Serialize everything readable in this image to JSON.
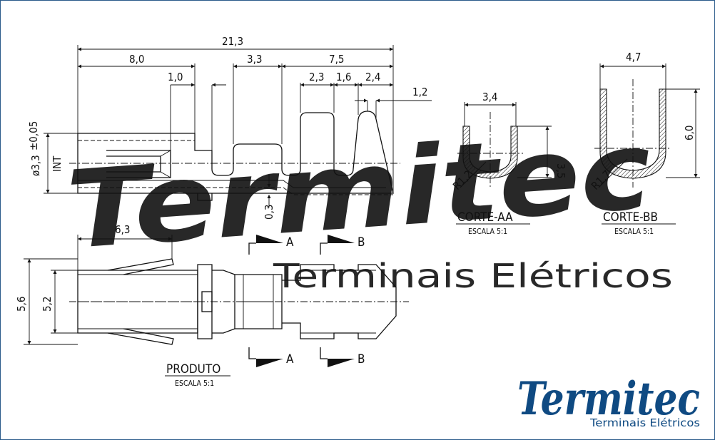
{
  "dimensions": {
    "total_length": "21,3",
    "d_8": "8,0",
    "d_3_3": "3,3",
    "d_7_5": "7,5",
    "d_1_0": "1,0",
    "d_2_3": "2,3",
    "d_1_6": "1,6",
    "d_2_4": "2,4",
    "d_1_2": "1,2",
    "diameter_main": "ø3,3",
    "diameter_tol": "±0,05",
    "int_label": "INT",
    "d_0_3": "0,3",
    "d_6_3": "6,3",
    "d_5_6": "5,6",
    "d_5_2": "5,2",
    "aa_width": "3,4",
    "aa_height": "3,5",
    "aa_radius": "R1,2",
    "bb_width": "4,7",
    "bb_height": "6,0",
    "bb_radius": "R1,7"
  },
  "sections": {
    "aa_title": "CORTE-AA",
    "aa_scale": "ESCALA 5:1",
    "bb_title": "CORTE-BB",
    "bb_scale": "ESCALA 5:1",
    "product_title": "PRODUTO",
    "product_scale": "ESCALA 5:1",
    "arrow_a": "A",
    "arrow_b": "B"
  },
  "brand": {
    "name": "Termitec",
    "tagline": "Terminais Elétricos",
    "watermark_name": "Termitec",
    "watermark_tagline": "Terminais Elétricos",
    "color": "#0f4a82",
    "watermark_color": "#b9d3ea"
  }
}
